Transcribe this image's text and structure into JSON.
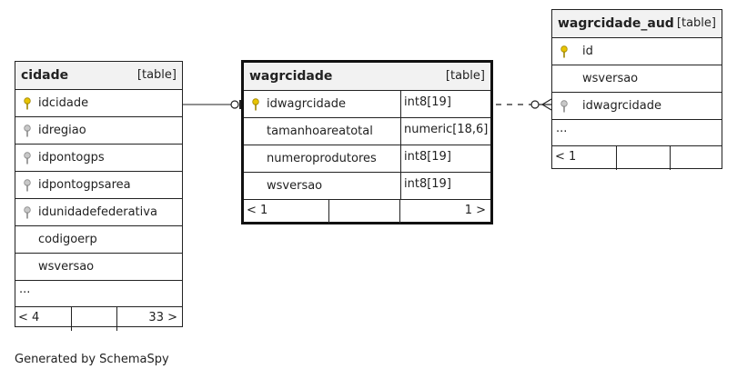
{
  "tables": {
    "cidade": {
      "name": "cidade",
      "kind": "[table]",
      "columns": [
        {
          "name": "idcidade",
          "icon": "primary-key-icon"
        },
        {
          "name": "idregiao",
          "icon": "foreign-key-icon"
        },
        {
          "name": "idpontogps",
          "icon": "foreign-key-icon"
        },
        {
          "name": "idpontogpsarea",
          "icon": "foreign-key-icon"
        },
        {
          "name": "idunidadefederativa",
          "icon": "foreign-key-icon"
        },
        {
          "name": "codigoerp",
          "icon": ""
        },
        {
          "name": "wsversao",
          "icon": ""
        }
      ],
      "ellipsis": "...",
      "parents": "< 4",
      "children": "33 >"
    },
    "wagrcidade": {
      "name": "wagrcidade",
      "kind": "[table]",
      "columns": [
        {
          "name": "idwagrcidade",
          "type": "int8[19]",
          "icon": "primary-key-icon"
        },
        {
          "name": "tamanhoareatotal",
          "type": "numeric[18,6]",
          "icon": ""
        },
        {
          "name": "numeroprodutores",
          "type": "int8[19]",
          "icon": ""
        },
        {
          "name": "wsversao",
          "type": "int8[19]",
          "icon": ""
        }
      ],
      "parents": "< 1",
      "children": "1 >"
    },
    "wagrcidade_aud": {
      "name": "wagrcidade_aud",
      "kind": "[table]",
      "columns": [
        {
          "name": "id",
          "icon": "primary-key-icon"
        },
        {
          "name": "wsversao",
          "icon": ""
        },
        {
          "name": "idwagrcidade",
          "icon": "foreign-key-icon"
        }
      ],
      "ellipsis": "...",
      "parents": "< 1"
    }
  },
  "colors": {
    "primary_key": "#e8c400",
    "foreign_key": "#b0b0b0",
    "header_bg": "#f2f2f2"
  },
  "footer": "Generated by SchemaSpy"
}
